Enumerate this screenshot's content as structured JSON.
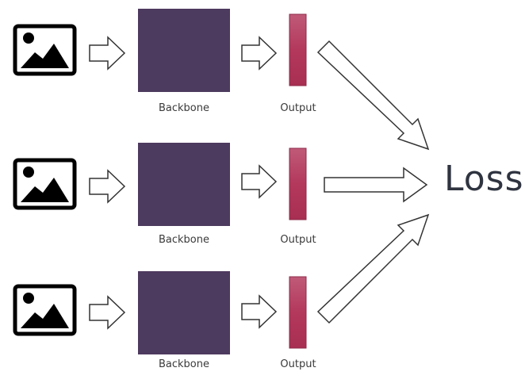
{
  "rows": [
    {
      "backbone_label": "Backbone",
      "output_label": "Output"
    },
    {
      "backbone_label": "Backbone",
      "output_label": "Output"
    },
    {
      "backbone_label": "Backbone",
      "output_label": "Output"
    }
  ],
  "loss_label": "Loss",
  "colors": {
    "backbone_fill": "#4d3a5f",
    "output_fill": "#b3385c",
    "arrow_stroke": "#333333",
    "icon_stroke": "#000000"
  }
}
